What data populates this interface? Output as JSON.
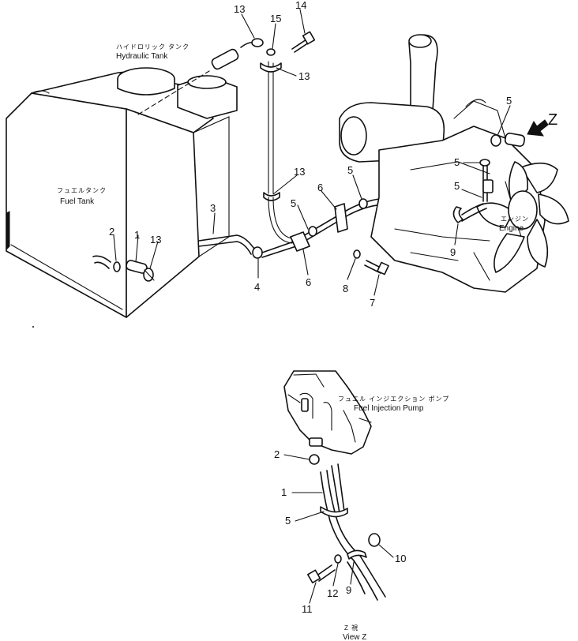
{
  "labels": {
    "hydraulic_tank_jp": "ハイドロリック タンク",
    "hydraulic_tank_en": "Hydraulic Tank",
    "fuel_tank_jp": "フュエルタンク",
    "fuel_tank_en": "Fuel Tank",
    "engine_jp": "エンジン",
    "engine_en": "Engine",
    "pump_jp": "フュエル インジエクション ポンプ",
    "pump_en": "Fuel Injection Pump",
    "view_jp": "Z 視",
    "view_en": "View Z",
    "view_arrow": "Z"
  },
  "callouts": {
    "top": [
      "13",
      "15",
      "14",
      "13",
      "13",
      "5",
      "6",
      "5",
      "6",
      "3",
      "4",
      "2",
      "1",
      "13",
      "8",
      "7",
      "5",
      "5",
      "5",
      "9"
    ],
    "bottom": [
      "2",
      "1",
      "5",
      "10",
      "11",
      "12",
      "9"
    ]
  }
}
